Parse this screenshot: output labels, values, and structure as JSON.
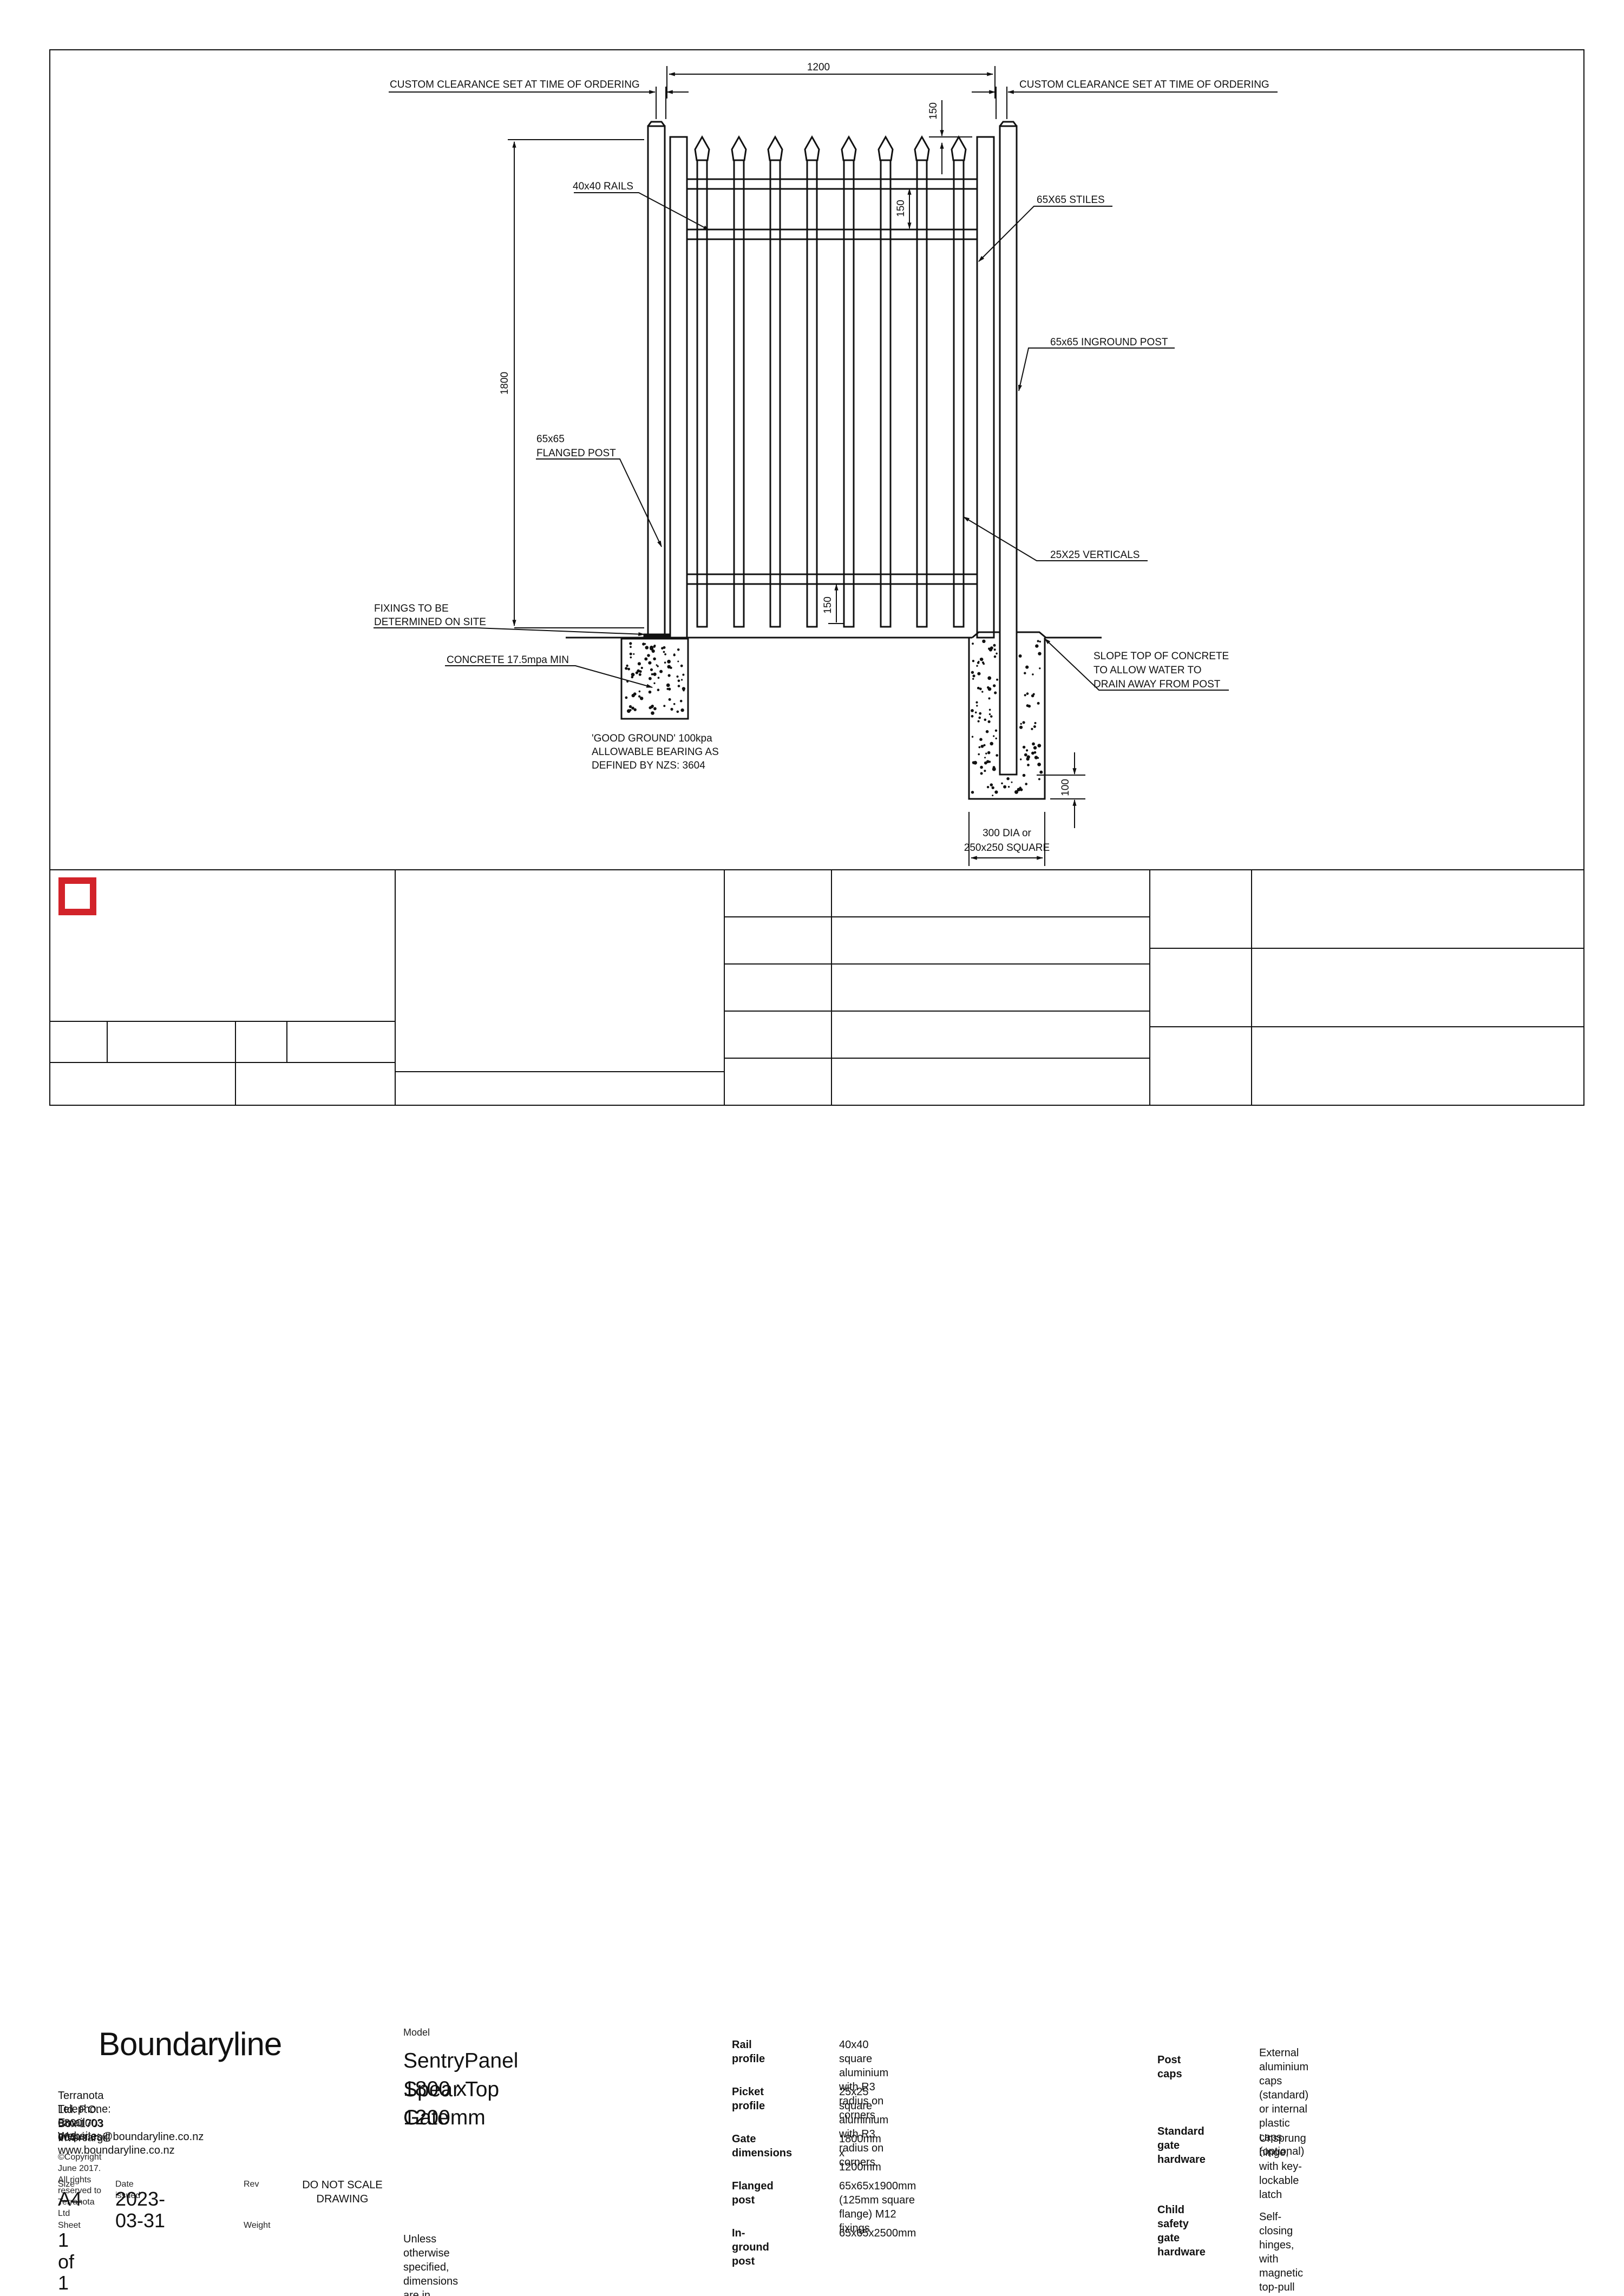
{
  "drawing": {
    "labels": {
      "clearance_left": "CUSTOM CLEARANCE SET AT TIME OF ORDERING",
      "clearance_right": "CUSTOM CLEARANCE SET AT TIME OF ORDERING",
      "width_dim": "1200",
      "height_dim": "1800",
      "spear_dim": "150",
      "rail_spacing_top": "150",
      "rail_spacing_bottom": "150",
      "footing_depth": "100",
      "rails": "40x40 RAILS",
      "stiles": "65X65 STILES",
      "inground_post": "65x65 INGROUND POST",
      "flanged_post_1": "65x65",
      "flanged_post_2": "FLANGED POST",
      "verticals": "25X25 VERTICALS",
      "fixings_1": "FIXINGS TO BE",
      "fixings_2": "DETERMINED ON SITE",
      "concrete": "CONCRETE 17.5mpa MIN",
      "slope_1": "SLOPE TOP OF CONCRETE",
      "slope_2": "TO ALLOW WATER TO",
      "slope_3": "DRAIN AWAY FROM POST",
      "ground_1": "'GOOD GROUND' 100kpa",
      "ground_2": "ALLOWABLE BEARING AS",
      "ground_3": "DEFINED BY NZS: 3604",
      "footing_1": "300 DIA or",
      "footing_2": "250x250 SQUARE"
    }
  },
  "title_block": {
    "brand": "Boundaryline",
    "brand_color": "#d2232a",
    "company": "Terranota Ltd. P.O. Box 1703 Invercargill",
    "telephone": "Telephone: 0800 003 006",
    "email": "Email: enquiries@boundaryline.co.nz",
    "website": "Website: www.boundaryline.co.nz",
    "copyright": "©Copyright June 2017. All rights reserved to Terranota Ltd",
    "size_label": "Size",
    "size_value": "A4",
    "date_label": "Date issued",
    "date_value": "2023-03-31",
    "rev_label": "Rev",
    "scale_note": "DO NOT SCALE DRAWING",
    "sheet_label": "Sheet",
    "sheet_value": "1 of 1",
    "weight_label": "Weight",
    "model_label": "Model",
    "model_line1": "SentryPanel Spear Top Gate",
    "model_line2": "1800 x 1200mm",
    "units_note": "Unless otherwise specified, dimensions are in millimetres"
  },
  "specs": [
    {
      "label": "Rail profile",
      "value": "40x40 square aluminium with R3 radius on corners"
    },
    {
      "label": "Picket profile",
      "value": "25x25 square aluminium with R3 radius on corners"
    },
    {
      "label": "Gate dimensions",
      "value": "1800mm x 1200mm"
    },
    {
      "label": "Flanged post",
      "value": "65x65x1900mm (125mm square flange) M12 fixings"
    },
    {
      "label": "In-ground post",
      "value": "65x65x2500mm"
    }
  ],
  "hardware": [
    {
      "label_1": "Post caps",
      "label_2": "",
      "value_1": "External aluminium caps (standard)",
      "value_2": "or internal plastic caps (optional)"
    },
    {
      "label_1": "Standard gate",
      "label_2": "hardware",
      "value_1": "Unsprung hinge, with key-lockable latch",
      "value_2": ""
    },
    {
      "label_1": "Child safety",
      "label_2": "gate hardware",
      "value_1": "Self-closing hinges, with magnetic top-pull latch",
      "value_2": ""
    }
  ]
}
